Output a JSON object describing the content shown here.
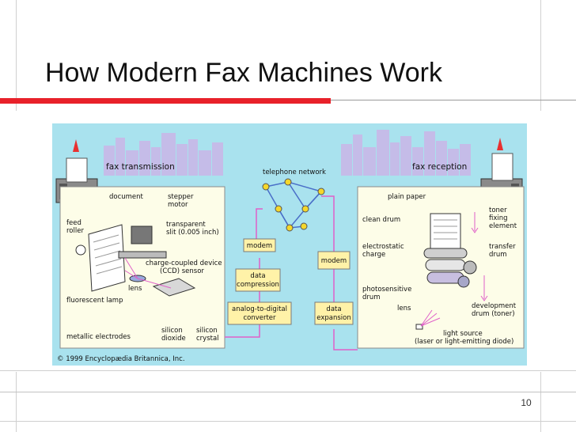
{
  "slide": {
    "title": "How Modern Fax Machines Work",
    "page_number": "10"
  },
  "colors": {
    "title_rule": "#e8212a",
    "figure_background": "#a9e2ee",
    "panel_background": "#fdfde8",
    "box_background": "#fff2a8",
    "network_node": "#f5d72b",
    "beam": "#e060c8"
  },
  "figure": {
    "fax_transmission": "fax transmission",
    "fax_reception": "fax reception",
    "telephone_network": "telephone network",
    "copyright": "© 1999 Encyclopædia Britannica, Inc.",
    "transmission_labels": {
      "document": "document",
      "stepper_motor_1": "stepper",
      "stepper_motor_2": "motor",
      "feed_roller_1": "feed",
      "feed_roller_2": "roller",
      "slit_1": "transparent",
      "slit_2": "slit (0.005 inch)",
      "ccd_1": "charge-coupled device",
      "ccd_2": "(CCD) sensor",
      "lens": "lens",
      "fluorescent_lamp": "fluorescent lamp",
      "metallic_electrodes": "metallic electrodes",
      "silicon_dioxide_1": "silicon",
      "silicon_dioxide_2": "dioxide",
      "silicon_crystal_1": "silicon",
      "silicon_crystal_2": "crystal"
    },
    "middle_boxes": {
      "modem_left": "modem",
      "data_compression_1": "data",
      "data_compression_2": "compression",
      "adc_1": "analog-to-digital",
      "adc_2": "converter",
      "modem_right": "modem",
      "data_expansion_1": "data",
      "data_expansion_2": "expansion"
    },
    "reception_labels": {
      "plain_paper": "plain paper",
      "clean_drum": "clean drum",
      "toner_1": "toner",
      "toner_2": "fixing",
      "toner_3": "element",
      "electrostatic_1": "electrostatic",
      "electrostatic_2": "charge",
      "transfer_1": "transfer",
      "transfer_2": "drum",
      "photosensitive_1": "photosensitive",
      "photosensitive_2": "drum",
      "lens": "lens",
      "development_1": "development",
      "development_2": "drum (toner)",
      "light_1": "light source",
      "light_2": "(laser or light-emitting diode)"
    }
  }
}
